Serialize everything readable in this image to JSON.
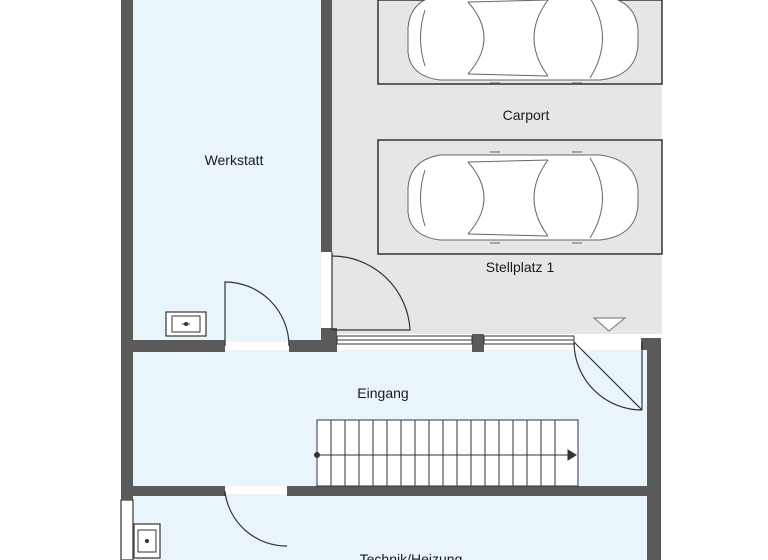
{
  "rooms": {
    "werkstatt": "Werkstatt",
    "carport": "Carport",
    "stellplatz": "Stellplatz 1",
    "eingang": "Eingang",
    "technik": "Technik/Heizung"
  },
  "colors": {
    "room_fill": "#e9f5fb",
    "carport_fill": "#e6e6e6",
    "wall": "#5a5a5a",
    "line": "#333333",
    "window": "#ffffff"
  },
  "icons": [
    "car-icon",
    "sink-icon",
    "door-swing-icon",
    "stair-icon",
    "entrance-arrow-icon"
  ]
}
